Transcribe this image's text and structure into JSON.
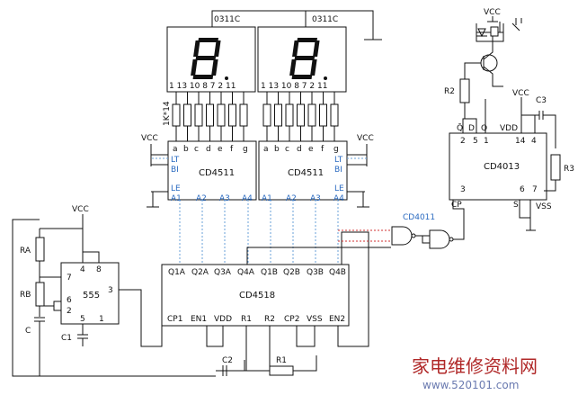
{
  "displays": {
    "left_label": "0311C",
    "right_label": "0311C",
    "left_pins": "1 13 10 8 7 2 11",
    "right_pins": "1 13 10 8 7 2 11",
    "resistor_label": "1K*14"
  },
  "decoder_left": {
    "name": "CD4511",
    "outputs": [
      "a",
      "b",
      "c",
      "d",
      "e",
      "f",
      "g"
    ],
    "lt": "LT",
    "bi": "BI",
    "le": "LE",
    "inputs": [
      "A1",
      "A2",
      "A3",
      "A4"
    ]
  },
  "decoder_right": {
    "name": "CD4511",
    "outputs": [
      "a",
      "b",
      "c",
      "d",
      "e",
      "f",
      "g"
    ],
    "lt": "LT",
    "bi": "BI",
    "le": "LE",
    "inputs": [
      "A1",
      "A2",
      "A3",
      "A4"
    ]
  },
  "counter": {
    "name": "CD4518",
    "top_pins": [
      "Q1A",
      "Q2A",
      "Q3A",
      "Q4A",
      "Q1B",
      "Q2B",
      "Q3B",
      "Q4B"
    ],
    "bottom_pins": [
      "CP1",
      "EN1",
      "VDD",
      "R1",
      "R2",
      "CP2",
      "VSS",
      "EN2"
    ]
  },
  "timer": {
    "name": "555",
    "pins": [
      "4",
      "8",
      "7",
      "6",
      "2",
      "5",
      "1",
      "3"
    ],
    "ra": "RA",
    "rb": "RB",
    "c": "C",
    "c1": "C1",
    "vcc": "VCC"
  },
  "flipflop": {
    "name": "CD4013",
    "top_pins": [
      "Q̄",
      "D",
      "Q",
      "VDD"
    ],
    "top_nums": [
      "2",
      "5",
      "1",
      "14",
      "4"
    ],
    "bottom_labels": [
      "CP",
      "S",
      "VSS"
    ],
    "bottom_nums": [
      "3",
      "6",
      "7"
    ]
  },
  "gate_label": "CD4011",
  "labels": {
    "vcc_left_dec": "VCC",
    "vcc_right_dec": "VCC",
    "vcc_555": "VCC",
    "vcc_relay": "VCC",
    "vcc_4013": "VCC",
    "r1": "R1",
    "r2": "R2",
    "r3": "R3",
    "c2": "C2",
    "c3": "C3"
  },
  "watermark": {
    "cn": "家电维修资料网",
    "url": "www.520101.com"
  }
}
